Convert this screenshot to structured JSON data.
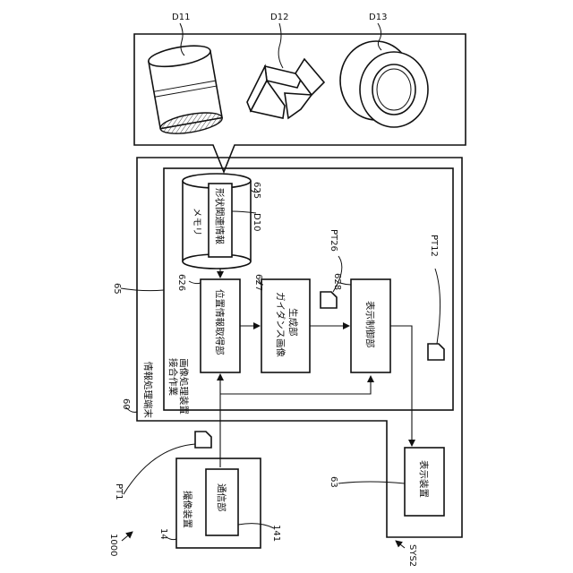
{
  "figure": {
    "system_ref": "1000",
    "sys_ref": "SYS2",
    "ref_60": "60",
    "ref_65": "65",
    "terminal_label": "情報処理端末",
    "apparatus_label_line1": "接合作業",
    "apparatus_label_line2": "画像処理装置"
  },
  "camera": {
    "ref": "14",
    "title": "撮像装置",
    "comm_label": "通信部",
    "comm_ref": "141",
    "pt_ref": "PT1"
  },
  "memory": {
    "label": "メモリ",
    "ref": "625",
    "shape_info_label": "形状関連情報",
    "data_ref": "D10"
  },
  "position_unit": {
    "label": "位置情報取得部",
    "ref": "626"
  },
  "guidance_unit": {
    "line1": "ガイダンス画像",
    "line2": "生成部",
    "ref": "627",
    "pt_ref": "PT26"
  },
  "display_control": {
    "label": "表示制御部",
    "ref": "628",
    "pt_ref": "PT12"
  },
  "display_device": {
    "label": "表示装置",
    "ref": "63"
  },
  "shapes": {
    "d11": "D11",
    "d12": "D12",
    "d13": "D13"
  }
}
